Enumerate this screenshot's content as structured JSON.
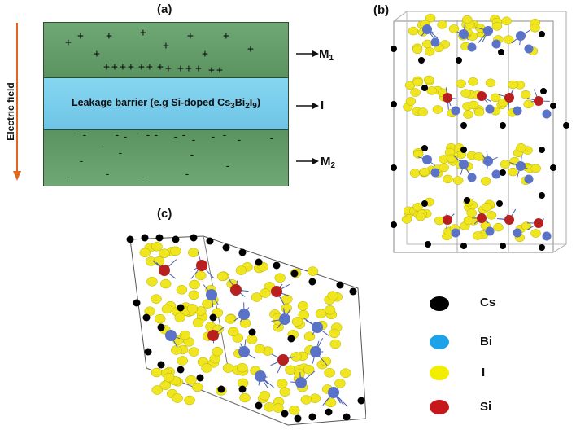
{
  "panels": {
    "a": "(a)",
    "b": "(b)",
    "c": "(c)"
  },
  "side_label": "Electric field",
  "barrier_text_main": "Leakage barrier (e.g Si-doped Cs",
  "barrier_sub1": "3",
  "barrier_mid": "Bi",
  "barrier_sub2": "2",
  "barrier_i": "I",
  "barrier_sub3": "9",
  "barrier_close": ")",
  "layers": {
    "m1": "M",
    "m1_sub": "1",
    "i": "I",
    "m2": "M",
    "m2_sub": "2"
  },
  "legend": [
    {
      "label": "Cs",
      "color": "#000000"
    },
    {
      "label": "Bi",
      "color": "#1aa3e8"
    },
    {
      "label": "I",
      "color": "#f2ee00"
    },
    {
      "label": "Si",
      "color": "#c8161d"
    }
  ],
  "colors": {
    "field_arrow": "#e2661f",
    "metal": "#5f9a63",
    "barrier": "#7fd0ec",
    "cs_atom": "#000000",
    "bi_atom": "#5a73c9",
    "i_atom": "#efe620",
    "si_atom": "#b82020"
  },
  "signs": {
    "plus": "+",
    "minus": "-"
  }
}
